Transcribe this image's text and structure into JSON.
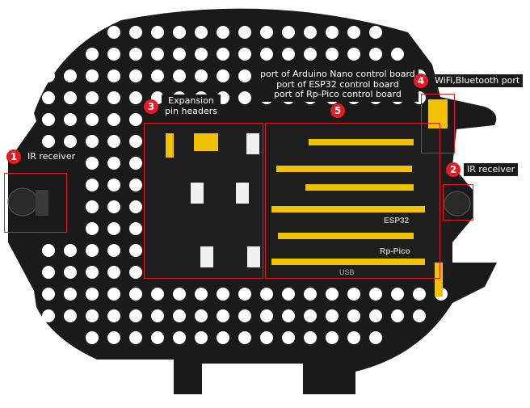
{
  "board": {
    "board_color": "#1a1a1a",
    "accent_color": "#e31b23",
    "header_color": "#f2c200",
    "callouts": {
      "c1": {
        "num": "1",
        "label": "IR receiver"
      },
      "c2": {
        "num": "2",
        "label": "IR receiver"
      },
      "c3": {
        "num": "3",
        "line1": "Expansion",
        "line2": "pin headers"
      },
      "c4": {
        "num": "4",
        "label": "WiFi,Bluetooth port"
      },
      "c5": {
        "num": "5",
        "line1": "port of Arduino Nano control board",
        "line2": "port of ESP32 control board",
        "line3": "port of Rp-Pico control board"
      }
    },
    "silk": {
      "esp32": "ESP32",
      "rppico": "Rp-Pico",
      "usb": "USB"
    }
  }
}
